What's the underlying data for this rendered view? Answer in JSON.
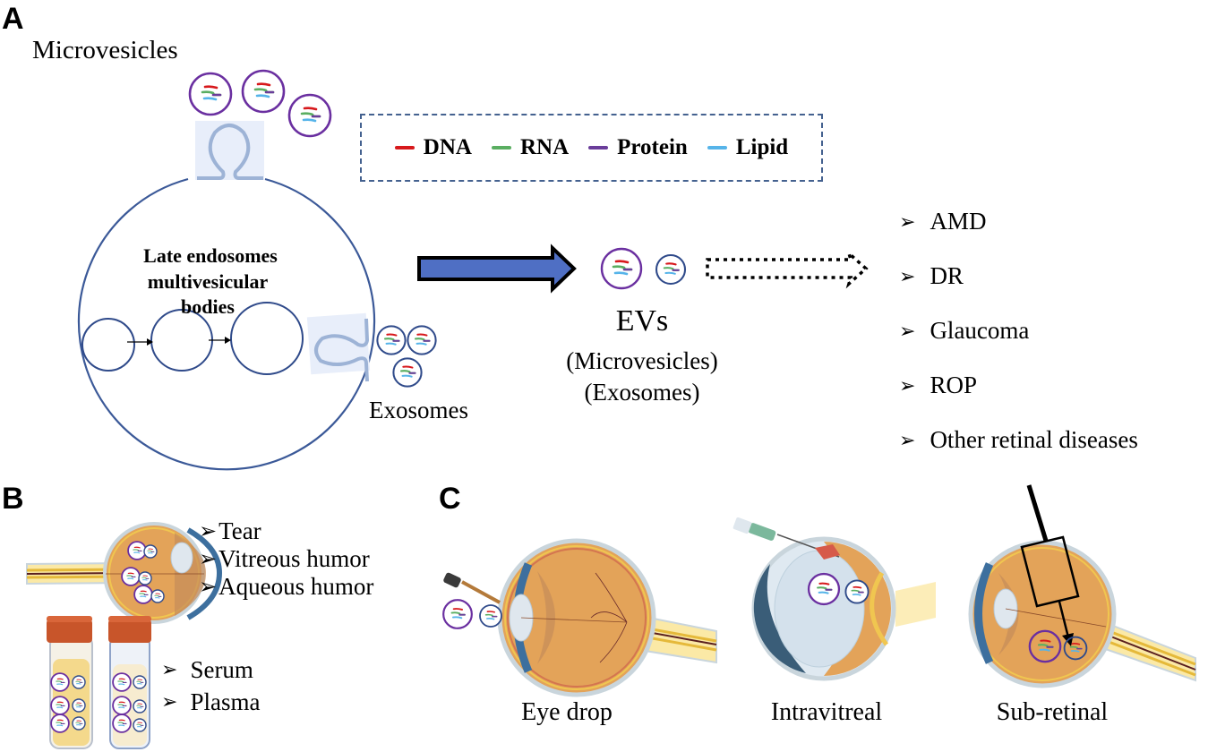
{
  "panels": {
    "a": {
      "label": "A",
      "microvesicles_label": "Microvesicles",
      "exosomes_label": "Exosomes",
      "cell_label_line1": "Late endosomes",
      "cell_label_line2": "multivesicular bodies",
      "legend": [
        {
          "name": "DNA",
          "color": "#d7191c"
        },
        {
          "name": "RNA",
          "color": "#5aae61"
        },
        {
          "name": "Protein",
          "color": "#6a3d9a"
        },
        {
          "name": "Lipid",
          "color": "#56b4e9"
        }
      ],
      "evs_label": "EVs",
      "evs_sub1": "(Microvesicles)",
      "evs_sub2": "(Exosomes)",
      "diseases": [
        "AMD",
        "DR",
        "Glaucoma",
        "ROP",
        "Other retinal diseases"
      ],
      "arrow_color": "#4f6fc4"
    },
    "b": {
      "label": "B",
      "eye_sources": [
        "Tear",
        "Vitreous humor",
        "Aqueous humor"
      ],
      "blood_sources": [
        "Serum",
        "Plasma"
      ]
    },
    "c": {
      "label": "C",
      "routes": [
        "Eye drop",
        "Intravitreal",
        "Sub-retinal"
      ]
    }
  },
  "colors": {
    "microvesicle_ring": "#6a2fa0",
    "exosome_ring": "#2f4a8a",
    "cell_membrane": "#3b5998",
    "budding_bg": "#e8eefa",
    "budding_line": "#9db3d6",
    "eye_orange": "#d98a3d",
    "vial_cap": "#c8552a"
  },
  "bullet_glyph": "➢"
}
